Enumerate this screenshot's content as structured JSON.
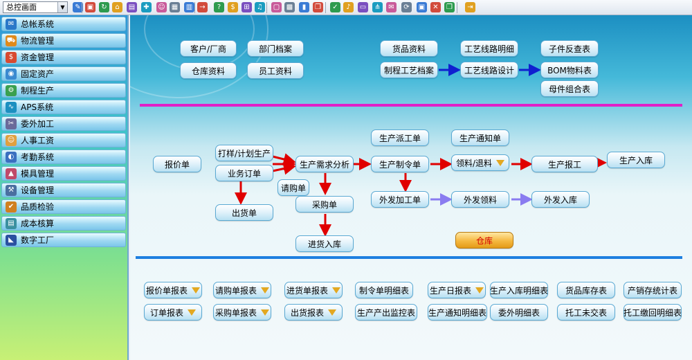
{
  "toolbar": {
    "screen_select_value": "总控画面",
    "icons": [
      "tool-icon",
      "save-icon",
      "refresh-icon",
      "home-icon",
      "briefcase-icon",
      "book-icon",
      "users-icon",
      "folder-icon",
      "calendar-icon",
      "arrow-icon",
      "help-icon",
      "money-icon",
      "cart-icon",
      "music-icon",
      "doc-icon",
      "grid-icon",
      "box-icon",
      "copy-icon",
      "check-icon",
      "bell-icon",
      "page-icon",
      "tree-icon",
      "email-icon",
      "refresh2-icon",
      "window-icon",
      "close-icon",
      "copy2-icon",
      "exit-icon"
    ]
  },
  "sidebar": {
    "items": [
      {
        "label": "总帐系统",
        "icon": "ledger-icon"
      },
      {
        "label": "物流管理",
        "icon": "logistics-icon"
      },
      {
        "label": "资金管理",
        "icon": "funds-icon"
      },
      {
        "label": "固定资产",
        "icon": "assets-icon"
      },
      {
        "label": "制程生产",
        "icon": "production-icon"
      },
      {
        "label": "APS系统",
        "icon": "aps-icon"
      },
      {
        "label": "委外加工",
        "icon": "outsource-icon"
      },
      {
        "label": "人事工资",
        "icon": "hr-icon"
      },
      {
        "label": "考勤系统",
        "icon": "attendance-icon"
      },
      {
        "label": "模具管理",
        "icon": "mold-icon"
      },
      {
        "label": "设备管理",
        "icon": "equipment-icon"
      },
      {
        "label": "品质检验",
        "icon": "quality-icon"
      },
      {
        "label": "成本核算",
        "icon": "cost-icon"
      },
      {
        "label": "数字工厂",
        "icon": "factory-icon"
      }
    ]
  },
  "top": {
    "customer": "客户/厂商",
    "dept": "部门档案",
    "warehouse_data": "仓库资料",
    "employee": "员工资料",
    "goods": "货品资料",
    "route_detail": "工艺线路明细",
    "where_used": "子件反查表",
    "process_file": "制程工艺档案",
    "route_design": "工艺线路设计",
    "bom": "BOM物料表",
    "assembly": "母件组合表"
  },
  "flow": {
    "quote": "报价单",
    "sample_plan": "打样/计划生产",
    "sales_order": "业务订单",
    "purchase_request": "请购单",
    "delivery": "出货单",
    "demand_analysis": "生产需求分析",
    "purchase_order": "采购单",
    "receiving": "进货入库",
    "dispatch": "生产派工单",
    "notice": "生产通知单",
    "make_order": "生产制令单",
    "material_issue": "领料/退料",
    "report": "生产报工",
    "into_stock": "生产入库",
    "outsource_order": "外发加工单",
    "outsource_issue": "外发领料",
    "outsource_receive": "外发入库",
    "warehouse": "仓库"
  },
  "reports": {
    "quote_rpt": "报价单报表",
    "request_rpt": "请购单报表",
    "receiving_rpt": "进货单报表",
    "make_order_detail": "制令单明细表",
    "daily_rpt": "生产日报表",
    "stock_in_detail": "生产入库明细表",
    "goods_stock": "货品库存表",
    "sales_stock": "产销存统计表",
    "order_rpt": "订单报表",
    "purchase_rpt": "采购单报表",
    "delivery_rpt": "出货报表",
    "output_monitor": "生产产出监控表",
    "notice_detail": "生产通知明细表",
    "outsource_detail": "委外明细表",
    "undelivered": "托工未交表",
    "return_detail": "托工缴回明细表"
  },
  "colors": {
    "magenta_line": "#e020c8",
    "blue_line": "#1e7fe0",
    "red_arrow": "#e00000",
    "blue_arrow": "#1020d0",
    "violet_arrow": "#8a7cf0"
  }
}
